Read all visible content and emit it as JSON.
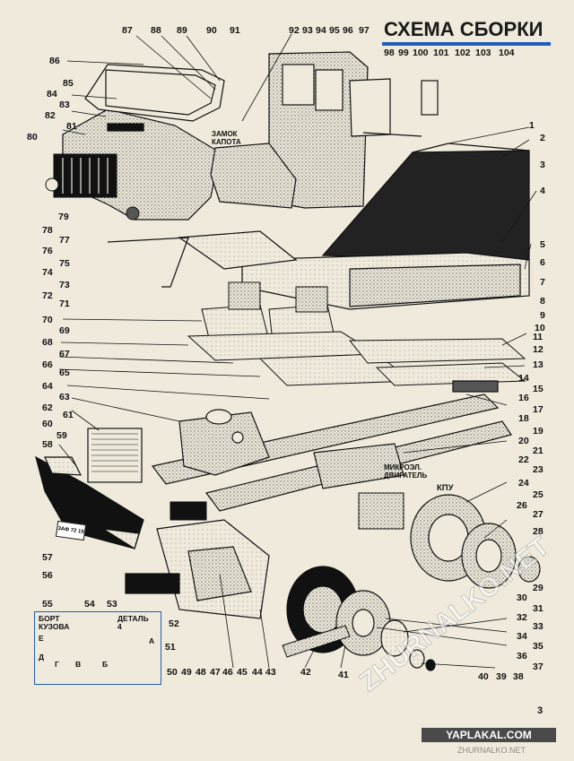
{
  "title": "СХЕМА СБОРКИ",
  "labels": {
    "hood_lock": "ЗАМОК\nКАПОТА",
    "engine_micro": "МИКРОЭЛ.\nДВИГАТЕЛЬ",
    "kpu": "КПУ"
  },
  "inset": {
    "title": "БОРТ\nКУЗОВА",
    "detail": "ДЕТАЛЬ\n4",
    "letters": [
      "Е",
      "Д",
      "Г",
      "В",
      "Б",
      "А"
    ]
  },
  "part_numbers": [
    "1",
    "2",
    "3",
    "4",
    "5",
    "6",
    "7",
    "8",
    "9",
    "10",
    "11",
    "12",
    "13",
    "14",
    "15",
    "16",
    "17",
    "18",
    "19",
    "20",
    "21",
    "22",
    "23",
    "24",
    "25",
    "26",
    "27",
    "28",
    "29",
    "30",
    "31",
    "32",
    "33",
    "34",
    "35",
    "36",
    "37",
    "38",
    "39",
    "40",
    "41",
    "42",
    "43",
    "44",
    "45",
    "46",
    "47",
    "48",
    "49",
    "50",
    "51",
    "52",
    "53",
    "54",
    "55",
    "56",
    "57",
    "58",
    "59",
    "60",
    "61",
    "62",
    "63",
    "64",
    "65",
    "66",
    "67",
    "68",
    "69",
    "70",
    "71",
    "72",
    "73",
    "74",
    "75",
    "76",
    "77",
    "78",
    "79",
    "80",
    "81",
    "82",
    "83",
    "84",
    "85",
    "86",
    "87",
    "88",
    "89",
    "90",
    "91",
    "92",
    "93",
    "94",
    "95",
    "96",
    "97",
    "98",
    "99",
    "100",
    "101",
    "102",
    "103",
    "104"
  ],
  "plate_text": "3АФ 72 15",
  "page_number": "3",
  "watermark": {
    "site": "YAPLAKAL.COM",
    "source": "ZHURNALKO.NET",
    "diagonal": "ZHURNALKO.NET"
  }
}
